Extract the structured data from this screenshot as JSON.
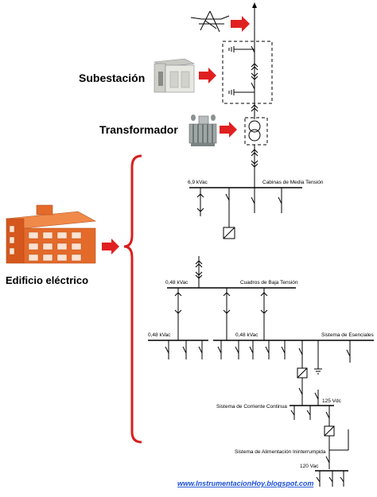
{
  "labels": {
    "substation": "Subestación",
    "transformer": "Transformador",
    "building": "Edificio eléctrico"
  },
  "buses": {
    "mv_voltage": "6,9 kVac",
    "mv_name": "Cabinas de Media Tensión",
    "lv_voltage": "0,48 kVac",
    "lv_name": "Cuadros de Baja Tensión",
    "lv_left_voltage": "0,48 kVac",
    "lv_mid_voltage": "0,48 kVac",
    "essentials": "Sistema de Esenciales",
    "dc_system": "Sistema de Corriente Continua",
    "dc_voltage": "125 Vdc",
    "ups_system": "Sistema de Alimentación Ininterrumpida",
    "ups_voltage": "120 Vac"
  },
  "footer": {
    "url": "www.InstrumentacionHoy.blogspot.com"
  },
  "colors": {
    "arrow": "#e02020",
    "brace": "#d81e1e",
    "building_wall": "#e46a2a",
    "link": "#1a4fd8"
  },
  "icons": [
    "power-tower-icon",
    "substation-building-icon",
    "transformer-icon",
    "building-icon"
  ]
}
